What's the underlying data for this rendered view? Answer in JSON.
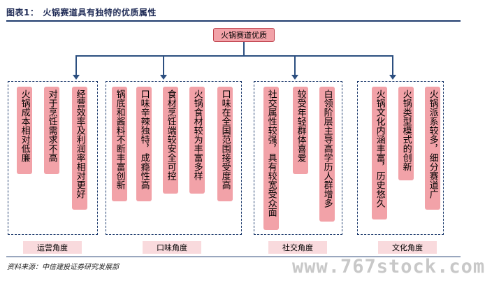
{
  "figure": {
    "label": "图表1：",
    "title": "火锅赛道具有独特的优质属性"
  },
  "root": "火锅赛道优质",
  "groups": [
    {
      "category": "运营角度",
      "items": [
        "火锅成本相对低廉",
        "对于烹饪需求不高",
        "经营效率及利润率相对更好"
      ]
    },
    {
      "category": "口味角度",
      "items": [
        "锅底和酱料不断丰富创新",
        "口味辛辣独特，成瘾性高",
        "食材烹饪端较安全可控",
        "火锅食材较为丰富多样",
        "口味在全国范围接受度高"
      ]
    },
    {
      "category": "社交角度",
      "items": [
        "社交属性较强，具有较宽受众面",
        "较受年轻群体喜爱",
        "白领阶层主导高学历人群增多"
      ]
    },
    {
      "category": "文化角度",
      "items": [
        "火锅文化内涵丰富，历史悠久",
        "火锅类型模式的创新",
        "火锅派系较多，细分赛道广"
      ]
    }
  ],
  "source": "资料来源：中信建投证券研究发展部",
  "watermark": "www.767stock.com",
  "colors": {
    "node_fill": "#f2a2a8",
    "node_border": "#c0444e",
    "category_fill": "#f9dadd",
    "connector": "#2c4f80",
    "rule": "#1f3c6e"
  }
}
